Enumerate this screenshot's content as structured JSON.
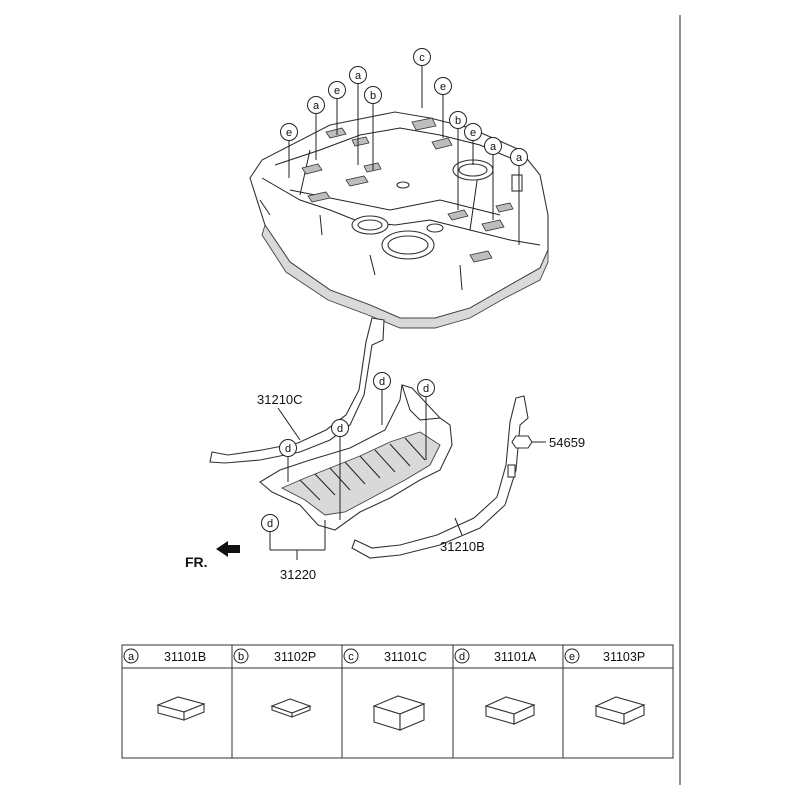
{
  "callouts": {
    "tank": [
      "e",
      "a",
      "e",
      "a",
      "b",
      "c",
      "e",
      "b",
      "e",
      "a",
      "a"
    ],
    "shield": [
      "d",
      "d",
      "d",
      "d",
      "d"
    ]
  },
  "labels": {
    "strap_left": "31210C",
    "strap_right": "31210B",
    "nut": "54659",
    "shield": "31220",
    "front": "FR."
  },
  "legend": [
    {
      "letter": "a",
      "part": "31101B"
    },
    {
      "letter": "b",
      "part": "31102P"
    },
    {
      "letter": "c",
      "part": "31101C"
    },
    {
      "letter": "d",
      "part": "31101A"
    },
    {
      "letter": "e",
      "part": "31103P"
    }
  ]
}
